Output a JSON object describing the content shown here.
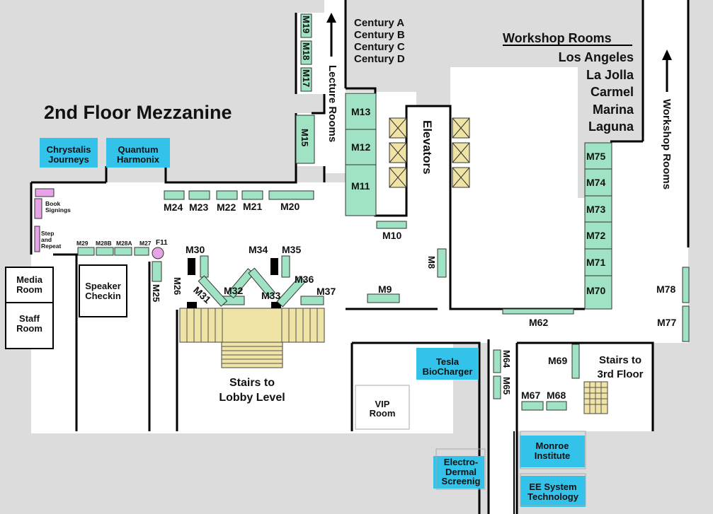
{
  "map": {
    "title": "2nd Floor Mezzanine",
    "century_rooms": [
      "Century A",
      "Century B",
      "Century C",
      "Century D"
    ],
    "workshop_heading": "Workshop Rooms",
    "workshop_rooms": [
      "Los Angeles",
      "La Jolla",
      "Carmel",
      "Marina",
      "Laguna"
    ],
    "lecture_rooms_label": "Lecture Rooms",
    "workshop_rooms_label": "Workshop Rooms",
    "elevators_label": "Elevators",
    "stairs_lobby_label": "Stairs to\nLobby Level",
    "stairs_3rd_label": "Stairs to\n3rd Floor",
    "media_room": "Media\nRoom",
    "staff_room": "Staff\nRoom",
    "speaker_checkin": "Speaker\nCheckin",
    "vip_room": "VIP\nRoom",
    "book_signings": "Book\nSignings",
    "step_and_repeat": "Step\nand\nRepeat",
    "exhibitors": {
      "chrystalis": "Chrystalis\nJourneys",
      "quantum": "Quantum\nHarmonix",
      "tesla": "Tesla\nBioCharger",
      "electro": "Electro-\nDermal\nScreenig",
      "monroe": "Monroe\nInstitute",
      "ee_system": "EE System\nTechnology"
    },
    "booths": {
      "m10": "M10",
      "m11": "M11",
      "m12": "M12",
      "m13": "M13",
      "m15": "M15",
      "m17": "M17",
      "m18": "M18",
      "m19": "M19",
      "m20": "M20",
      "m21": "M21",
      "m22": "M22",
      "m23": "M23",
      "m24": "M24",
      "m25": "M25",
      "m26": "M26",
      "m27": "M27",
      "m28a": "M28A",
      "m28b": "M28B",
      "m29": "M29",
      "m30": "M30",
      "m31": "M31",
      "m32": "M32",
      "m33": "M33",
      "m34": "M34",
      "m35": "M35",
      "m36": "M36",
      "m37": "M37",
      "m62": "M62",
      "m64": "M64",
      "m65": "M65",
      "m67": "M67",
      "m68": "M68",
      "m69": "M69",
      "m70": "M70",
      "m71": "M71",
      "m72": "M72",
      "m73": "M73",
      "m74": "M74",
      "m75": "M75",
      "m77": "M77",
      "m78": "M78",
      "m8": "M8",
      "m9": "M9",
      "f11": "F11"
    }
  },
  "colors": {
    "background": "#dcdcdc",
    "floor": "#ffffff",
    "wall": "#000000",
    "booth": "#9fe3c4",
    "exhibitor": "#33c3ea",
    "stairs": "#efe3a6",
    "elevator": "#efe3a6",
    "pink": "#e6a4e6"
  }
}
